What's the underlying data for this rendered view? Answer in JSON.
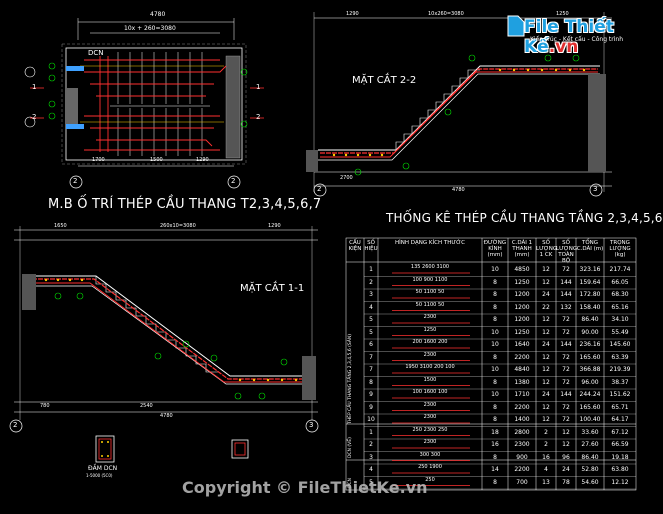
{
  "logo": {
    "text": "File Thiết Kế",
    "suffix": ".vn",
    "sub": "Kiến trúc - Kết cấu - Công trình"
  },
  "plan": {
    "title": "M.B Ố TRÍ THÉP CẦU THANG T2,3,4,5,6,7",
    "top_dim": "4780",
    "inner_dim": "10x + 260=3080",
    "label_dcn": "DCN",
    "axis": "2",
    "bottom_dims": [
      "1700",
      "1500",
      "1290"
    ],
    "section_marks": [
      "1",
      "1",
      "2",
      "2"
    ]
  },
  "section22": {
    "title": "MẶT CẮT 2-2",
    "top_dims": [
      "1290",
      "10x260=3080",
      "1250"
    ],
    "bottom_dims": [
      "2700",
      "4780"
    ],
    "axis_left": "2",
    "axis_right": "3"
  },
  "section11": {
    "title": "MẶT CẮT 1-1",
    "top_dims": [
      "1650",
      "260x10=3080",
      "1290"
    ],
    "bottom_dims": [
      "780",
      "2540",
      "4780"
    ],
    "axis_left": "2",
    "axis_right": "3"
  },
  "dcn_detail": {
    "title": "ĐẦM DCN",
    "scale": "1-5000 (5C0)"
  },
  "table": {
    "title": "THỐNG KÊ THÉP CẦU THANG TẦNG 2,3,4,5,6",
    "headers": [
      "CẤU KIỆN",
      "SỐ HIỆU",
      "HÌNH DẠNG KÍCH THƯỚC",
      "ĐƯỜNG KÍNH (mm)",
      "C.DÀI 1 THANH (mm)",
      "SỐ LƯỢNG 1 CK",
      "SỐ LƯỢNG TOÀN BỘ",
      "TỔNG C.DÀI (m)",
      "TRỌNG LƯỢNG (kg)"
    ],
    "group_labels": [
      "THÉP CẦU THANG TẦNG 2,3,4,5,6 (SÀN)",
      "DCN (VẾ)",
      "DCN"
    ],
    "rows": [
      [
        "1",
        "135  2600  3100",
        "10",
        "4850",
        "12",
        "72",
        "323.16",
        "217.74"
      ],
      [
        "2",
        "100  900  1100",
        "8",
        "1250",
        "12",
        "144",
        "159.64",
        "66.05"
      ],
      [
        "3",
        "50  1100  50",
        "8",
        "1200",
        "24",
        "144",
        "172.80",
        "68.30"
      ],
      [
        "4",
        "50  1100  50",
        "8",
        "1200",
        "22",
        "132",
        "158.40",
        "65.16"
      ],
      [
        "5",
        "2300",
        "8",
        "1200",
        "12",
        "72",
        "86.40",
        "34.10"
      ],
      [
        "5",
        "1250",
        "10",
        "1250",
        "12",
        "72",
        "90.00",
        "55.49"
      ],
      [
        "6",
        "200  1600  200",
        "10",
        "1640",
        "24",
        "144",
        "236.16",
        "145.60"
      ],
      [
        "7",
        "2300",
        "8",
        "2200",
        "12",
        "72",
        "165.60",
        "63.39"
      ],
      [
        "7",
        "1950  3100  200 100",
        "10",
        "4840",
        "12",
        "72",
        "366.88",
        "219.39"
      ],
      [
        "8",
        "1500",
        "8",
        "1380",
        "12",
        "72",
        "96.00",
        "38.37"
      ],
      [
        "9",
        "100  1600  100",
        "10",
        "1710",
        "24",
        "144",
        "244.24",
        "151.62"
      ],
      [
        "9",
        "2300",
        "8",
        "2200",
        "12",
        "72",
        "165.60",
        "65.71"
      ],
      [
        "10",
        "2300",
        "8",
        "1400",
        "12",
        "72",
        "100.40",
        "64.17"
      ],
      [
        "1",
        "250  2300  250",
        "18",
        "2800",
        "2",
        "12",
        "33.60",
        "67.12"
      ],
      [
        "2",
        "2300",
        "16",
        "2300",
        "2",
        "12",
        "27.60",
        "66.59"
      ],
      [
        "3",
        "300  300",
        "8",
        "900",
        "16",
        "96",
        "86.40",
        "19.18"
      ],
      [
        "4",
        "250  1900",
        "14",
        "2200",
        "4",
        "24",
        "52.80",
        "63.80"
      ],
      [
        "5",
        "250",
        "8",
        "700",
        "13",
        "78",
        "54.60",
        "12.12"
      ]
    ]
  },
  "copyright": {
    "text": "Copyright © FileThietKe.vn"
  }
}
